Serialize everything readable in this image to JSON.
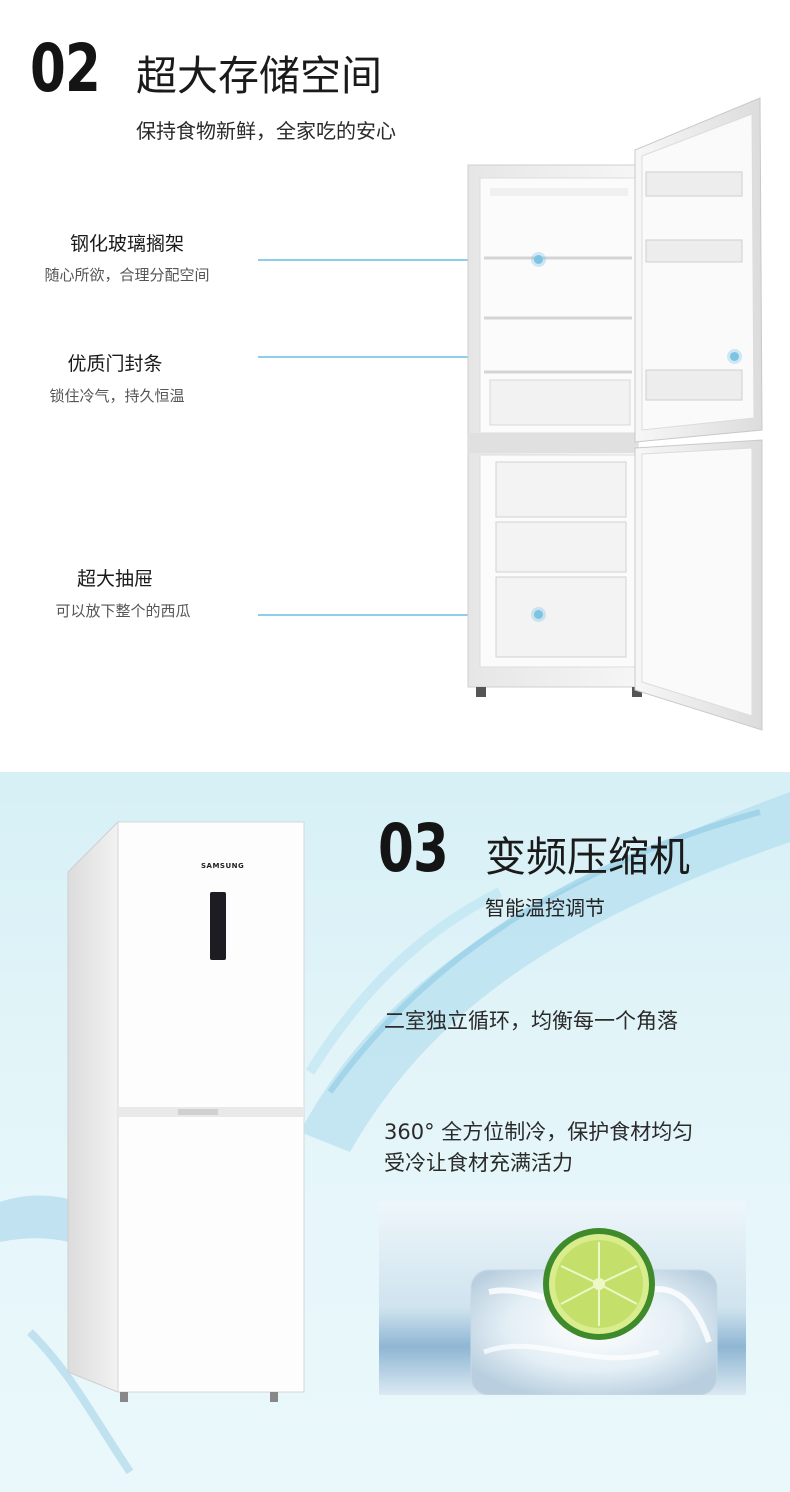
{
  "section_storage": {
    "number": "02",
    "title": "超大存储空间",
    "subtitle": "保持食物新鲜，全家吃的安心",
    "features": [
      {
        "title": "钢化玻璃搁架",
        "desc": "随心所欲，合理分配空间"
      },
      {
        "title": "优质门封条",
        "desc": "锁住冷气，持久恒温"
      },
      {
        "title": "超大抽屉",
        "desc": "可以放下整个的西瓜"
      }
    ],
    "callout_color": "#8ccfe8"
  },
  "section_compressor": {
    "number": "03",
    "title": "变频压缩机",
    "subtitle": "智能温控调节",
    "text1": "二室独立循环，均衡每一个角落",
    "text2_line1": "360°  全方位制冷，保护食材均匀",
    "text2_line2": "受冷让食材充满活力",
    "brand": "SAMSUNG",
    "background_color": "#d6f0f6"
  }
}
